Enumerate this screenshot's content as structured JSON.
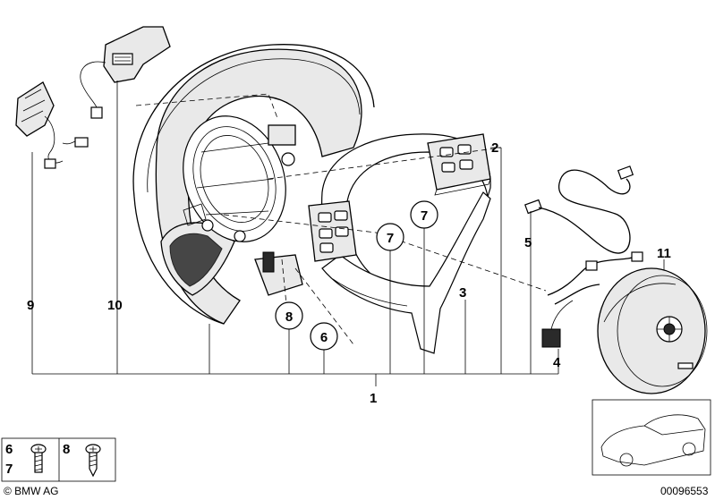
{
  "callouts": {
    "p1": "1",
    "p2": "2",
    "p3": "3",
    "p4": "4",
    "p5": "5",
    "p9": "9",
    "p10": "10",
    "p11": "11",
    "c6": "6",
    "c7a": "7",
    "c7b": "7",
    "c8": "8"
  },
  "legend": {
    "l6": "6",
    "l7": "7",
    "l8": "8"
  },
  "footer": {
    "copyright": "© BMW AG",
    "drawing_number": "00096553"
  }
}
